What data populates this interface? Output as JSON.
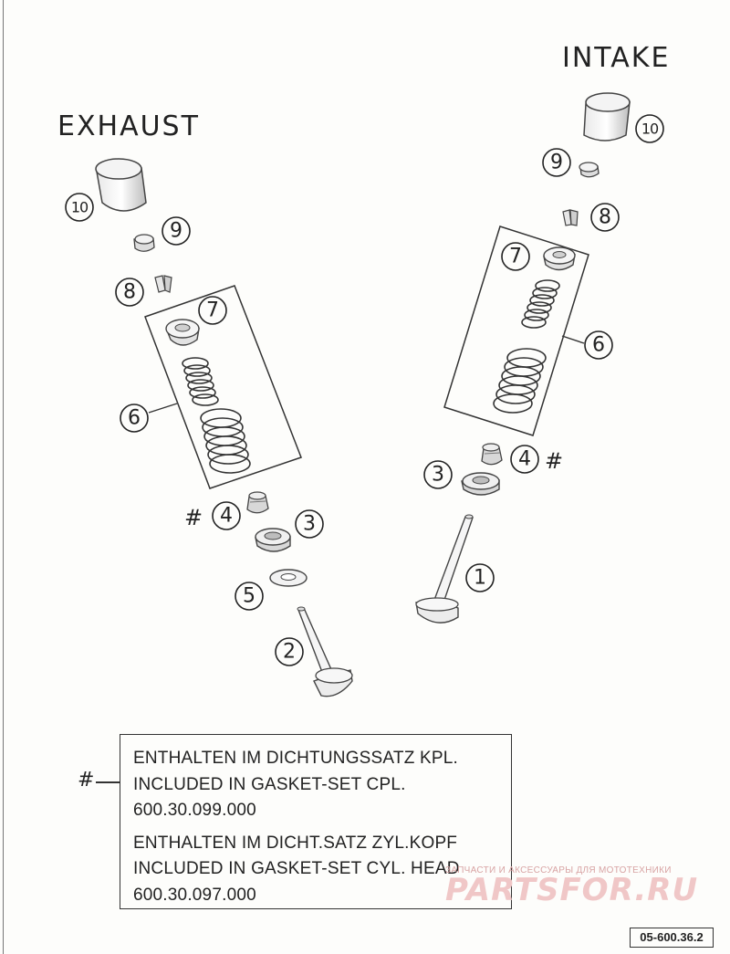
{
  "titles": {
    "exhaust": "EXHAUST",
    "intake": "INTAKE"
  },
  "callouts": {
    "c1": "1",
    "c2": "2",
    "c3": "3",
    "c4": "4",
    "c5": "5",
    "c6": "6",
    "c7": "7",
    "c8": "8",
    "c9": "9",
    "c10": "10",
    "hash": "#"
  },
  "note": {
    "marker": "#",
    "line1": "ENTHALTEN IM DICHTUNGSSATZ KPL.",
    "line2": "INCLUDED IN GASKET-SET CPL.",
    "line3": "600.30.099.000",
    "line4": "ENTHALTEN IM DICHT.SATZ ZYL.KOPF",
    "line5": "INCLUDED IN GASKET-SET CYL. HEAD",
    "line6": "600.30.097.000"
  },
  "watermark": {
    "tagline": "ЗАПЧАСТИ И АКСЕССУАРЫ ДЛЯ МОТОТЕХНИКИ",
    "brand": "PARTSFOR.RU"
  },
  "doc_code": "05-600.36.2"
}
